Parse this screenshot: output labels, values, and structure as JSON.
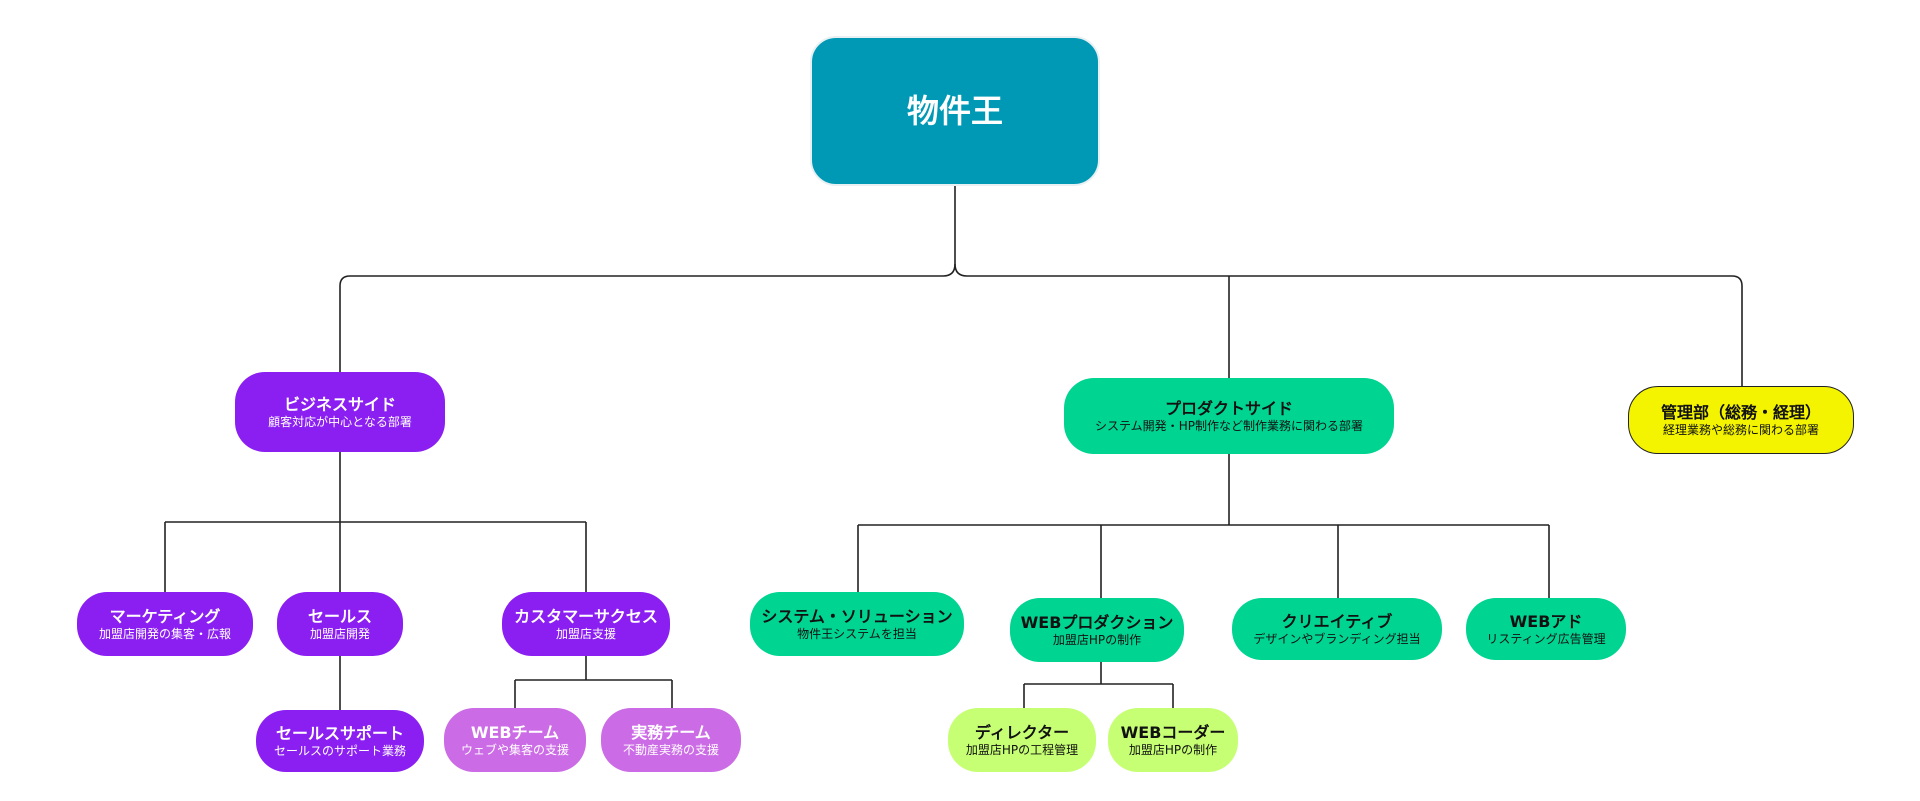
{
  "root": {
    "title": "物件王",
    "color": "#0099B5"
  },
  "business": {
    "title": "ビジネスサイド",
    "subtitle": "顧客対応が中心となる部署",
    "color": "#8B1FF2"
  },
  "marketing": {
    "title": "マーケティング",
    "subtitle": "加盟店開発の集客・広報"
  },
  "sales": {
    "title": "セールス",
    "subtitle": "加盟店開発"
  },
  "sales_support": {
    "title": "セールスサポート",
    "subtitle": "セールスのサポート業務"
  },
  "customer_success": {
    "title": "カスタマーサクセス",
    "subtitle": "加盟店支援"
  },
  "web_team": {
    "title": "WEBチーム",
    "subtitle": "ウェブや集客の支援",
    "color": "#CC6BE6"
  },
  "jitsumu_team": {
    "title": "実務チーム",
    "subtitle": "不動産実務の支援"
  },
  "product": {
    "title": "プロダクトサイド",
    "subtitle": "システム開発・HP制作など制作業務に関わる部署",
    "color": "#00D491"
  },
  "system_solution": {
    "title": "システム・ソリューション",
    "subtitle": "物件王システムを担当"
  },
  "web_production": {
    "title": "WEBプロダクション",
    "subtitle": "加盟店HPの制作"
  },
  "creative": {
    "title": "クリエイティブ",
    "subtitle": "デザインやブランディング担当"
  },
  "web_ad": {
    "title": "WEBアド",
    "subtitle": "リスティング広告管理"
  },
  "director": {
    "title": "ディレクター",
    "subtitle": "加盟店HPの工程管理",
    "color": "#C6FF73"
  },
  "web_coder": {
    "title": "WEBコーダー",
    "subtitle": "加盟店HPの制作"
  },
  "admin": {
    "title": "管理部（総務・経理）",
    "subtitle": "経理業務や総務に関わる部署",
    "color": "#F4F400"
  }
}
